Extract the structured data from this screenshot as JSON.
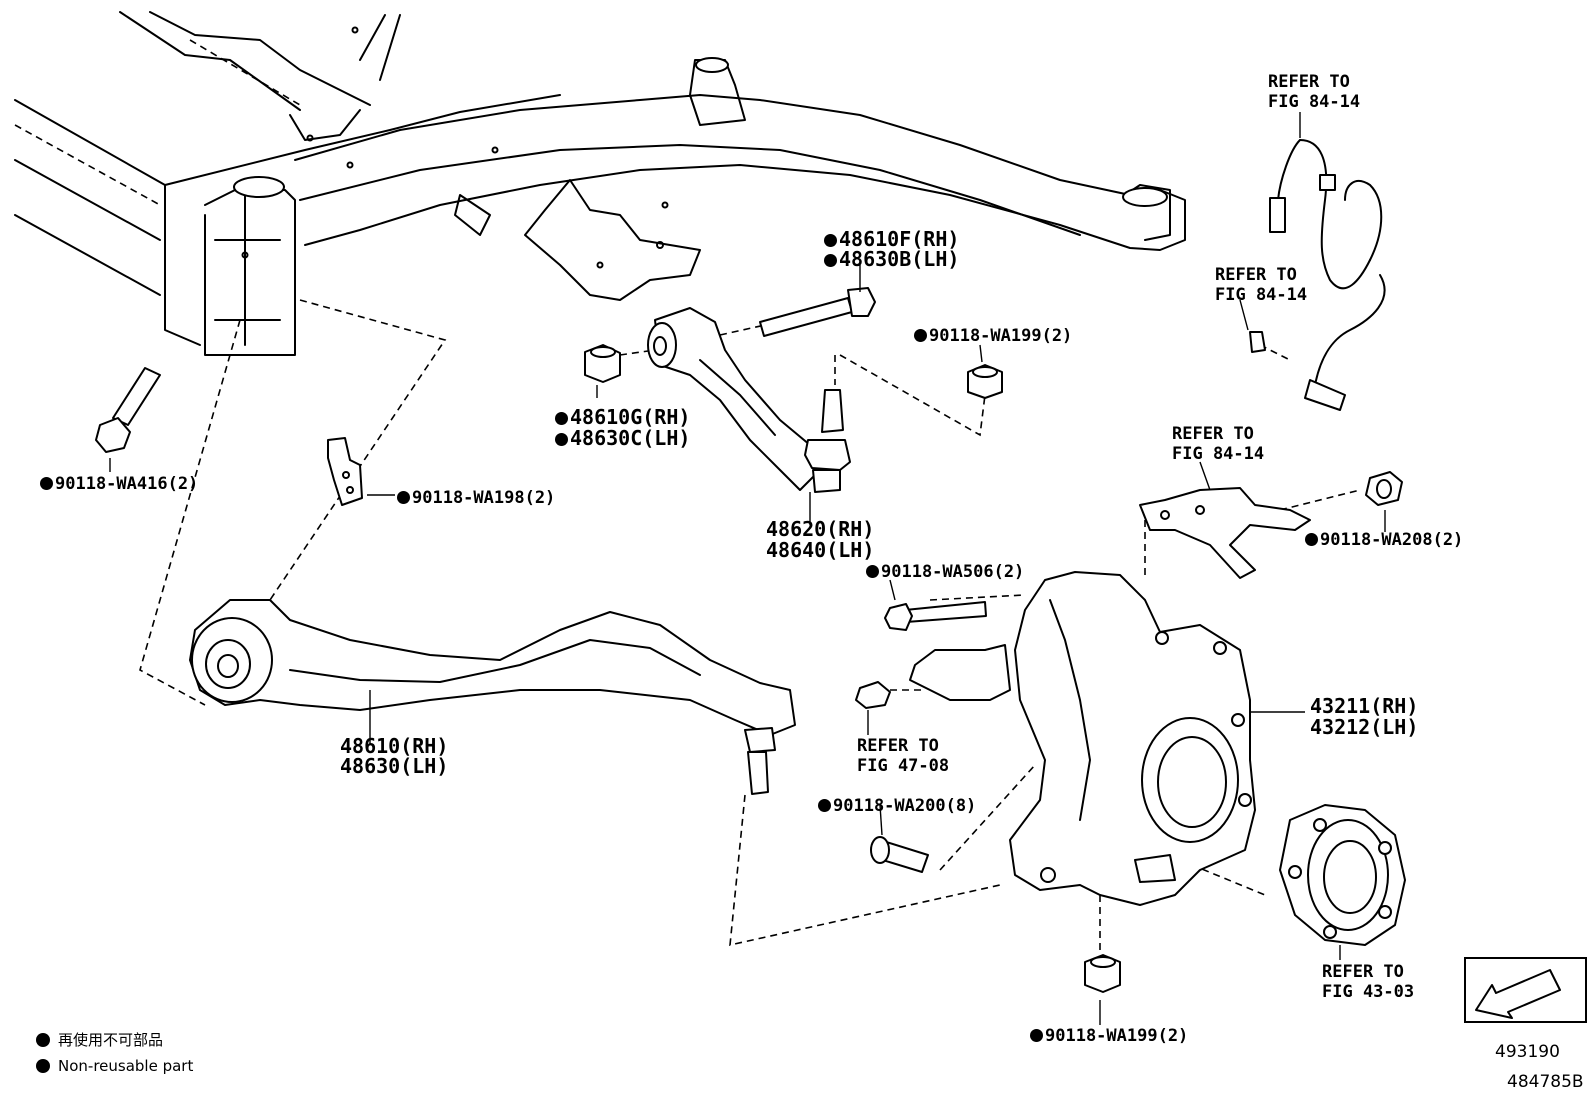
{
  "labels": {
    "bolt_48610F": "48610F(RH)",
    "bolt_48630B": "48630B(LH)",
    "nut_48610G": "48610G(RH)",
    "nut_48630C": "48630C(LH)",
    "bolt_90118_WA416": "90118-WA416(2)",
    "bolt_90118_WA198": "90118-WA198(2)",
    "nut_90118_WA199_upper": "90118-WA199(2)",
    "upper_arm_rh": "48620(RH)",
    "upper_arm_lh": "48640(LH)",
    "lower_arm_rh": "48610(RH)",
    "lower_arm_lh": "48630(LH)",
    "bolt_90118_WA506": "90118-WA506(2)",
    "nut_90118_WA208": "90118-WA208(2)",
    "knuckle_rh": "43211(RH)",
    "knuckle_lh": "43212(LH)",
    "bolt_90118_WA200": "90118-WA200(8)",
    "nut_90118_WA199_lower": "90118-WA199(2)"
  },
  "references": {
    "sensor_top_l1": "REFER TO",
    "sensor_top_l2": "FIG 84-14",
    "sensor_bolt_l1": "REFER TO",
    "sensor_bolt_l2": "FIG 84-14",
    "bracket_l1": "REFER TO",
    "bracket_l2": "FIG 84-14",
    "shield_l1": "REFER TO",
    "shield_l2": "FIG 47-08",
    "hub_l1": "REFER TO",
    "hub_l2": "FIG 43-03"
  },
  "legend": {
    "japanese": "再使用不可部品",
    "english": "Non-reusable part"
  },
  "figure": {
    "number_main": "493190",
    "number_sub": "484785B"
  },
  "colors": {
    "ink": "#000000",
    "paper": "#ffffff"
  },
  "icons": {
    "non_reusable_marker": "filled-circle",
    "front_direction": "arrow-in-box-icon"
  }
}
